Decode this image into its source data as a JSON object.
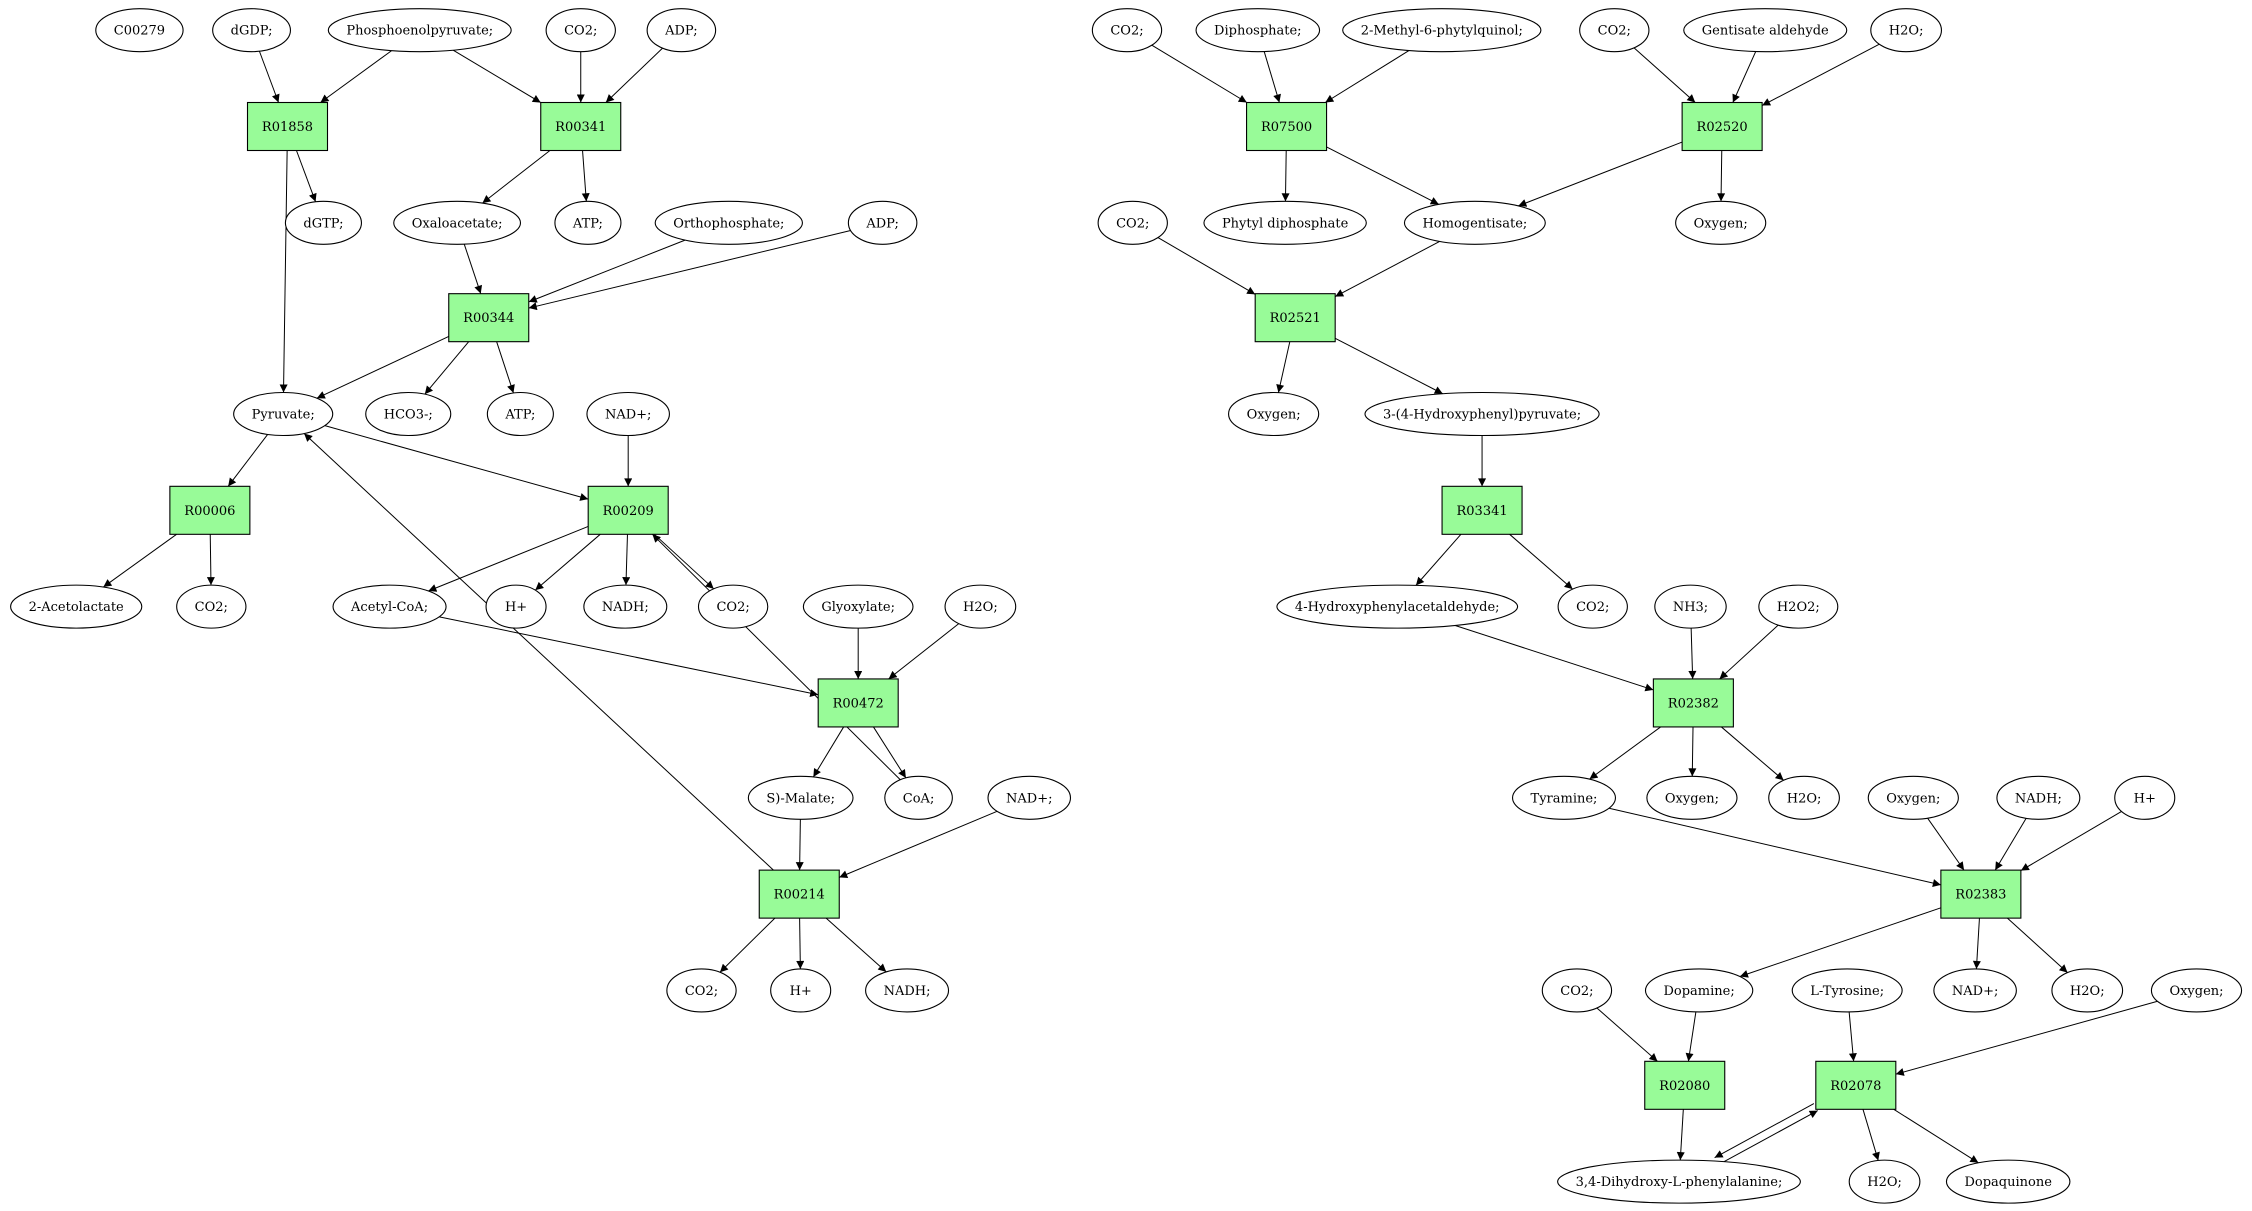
{
  "colors": {
    "reaction_fill": "#98fb98",
    "compound_fill": "#ffffff",
    "highlight_green": "#00ee00",
    "highlight_yellow": "#ffff00",
    "stroke": "#000000"
  },
  "nodes": [
    {
      "id": "c00279",
      "label": "C00279",
      "kind": "compound",
      "fill": "#00ee00"
    },
    {
      "id": "dgdp",
      "label": "dGDP;",
      "kind": "compound"
    },
    {
      "id": "pep",
      "label": "Phosphoenolpyruvate;",
      "kind": "compound",
      "fill": "#00ee00"
    },
    {
      "id": "co2_a",
      "label": "CO2;",
      "kind": "compound"
    },
    {
      "id": "adp_a",
      "label": "ADP;",
      "kind": "compound"
    },
    {
      "id": "r01858",
      "label": "R01858",
      "kind": "reaction"
    },
    {
      "id": "r00341",
      "label": "R00341",
      "kind": "reaction"
    },
    {
      "id": "dgtp",
      "label": "dGTP;",
      "kind": "compound"
    },
    {
      "id": "oaa",
      "label": "Oxaloacetate;",
      "kind": "compound"
    },
    {
      "id": "atp_a",
      "label": "ATP;",
      "kind": "compound"
    },
    {
      "id": "ortho",
      "label": "Orthophosphate;",
      "kind": "compound"
    },
    {
      "id": "adp_b",
      "label": "ADP;",
      "kind": "compound"
    },
    {
      "id": "r00344",
      "label": "R00344",
      "kind": "reaction"
    },
    {
      "id": "pyruvate",
      "label": "Pyruvate;",
      "kind": "compound"
    },
    {
      "id": "hco3",
      "label": "HCO3-;",
      "kind": "compound"
    },
    {
      "id": "atp_b",
      "label": "ATP;",
      "kind": "compound"
    },
    {
      "id": "nadp_a",
      "label": "NAD+;",
      "kind": "compound"
    },
    {
      "id": "r00006",
      "label": "R00006",
      "kind": "reaction"
    },
    {
      "id": "r00209",
      "label": "R00209",
      "kind": "reaction"
    },
    {
      "id": "acetolactate",
      "label": "2-Acetolactate",
      "kind": "compound"
    },
    {
      "id": "co2_b",
      "label": "CO2;",
      "kind": "compound"
    },
    {
      "id": "acetylcoa",
      "label": "Acetyl-CoA;",
      "kind": "compound"
    },
    {
      "id": "hplus_a",
      "label": "H+",
      "kind": "compound"
    },
    {
      "id": "nadh_a",
      "label": "NADH;",
      "kind": "compound"
    },
    {
      "id": "co2_c",
      "label": "CO2;",
      "kind": "compound"
    },
    {
      "id": "glyoxylate",
      "label": "Glyoxylate;",
      "kind": "compound"
    },
    {
      "id": "h2o_a",
      "label": "H2O;",
      "kind": "compound"
    },
    {
      "id": "r00472",
      "label": "R00472",
      "kind": "reaction"
    },
    {
      "id": "smalate",
      "label": "S)-Malate;",
      "kind": "compound"
    },
    {
      "id": "coa",
      "label": "CoA;",
      "kind": "compound"
    },
    {
      "id": "nadp_b",
      "label": "NAD+;",
      "kind": "compound"
    },
    {
      "id": "r00214",
      "label": "R00214",
      "kind": "reaction"
    },
    {
      "id": "co2_d",
      "label": "CO2;",
      "kind": "compound"
    },
    {
      "id": "hplus_b",
      "label": "H+",
      "kind": "compound"
    },
    {
      "id": "nadh_b",
      "label": "NADH;",
      "kind": "compound"
    },
    {
      "id": "co2_e",
      "label": "CO2;",
      "kind": "compound"
    },
    {
      "id": "diphosphate",
      "label": "Diphosphate;",
      "kind": "compound"
    },
    {
      "id": "phytylquinol",
      "label": "2-Methyl-6-phytylquinol;",
      "kind": "compound"
    },
    {
      "id": "co2_f",
      "label": "CO2;",
      "kind": "compound"
    },
    {
      "id": "gentisate",
      "label": "Gentisate aldehyde",
      "kind": "compound"
    },
    {
      "id": "h2o_b",
      "label": "H2O;",
      "kind": "compound"
    },
    {
      "id": "r07500",
      "label": "R07500",
      "kind": "reaction"
    },
    {
      "id": "r02520",
      "label": "R02520",
      "kind": "reaction"
    },
    {
      "id": "co2_g",
      "label": "CO2;",
      "kind": "compound"
    },
    {
      "id": "phytyldp",
      "label": "Phytyl diphosphate",
      "kind": "compound"
    },
    {
      "id": "homogentisate",
      "label": "Homogentisate;",
      "kind": "compound"
    },
    {
      "id": "oxygen_a",
      "label": "Oxygen;",
      "kind": "compound"
    },
    {
      "id": "r02521",
      "label": "R02521",
      "kind": "reaction"
    },
    {
      "id": "oxygen_b",
      "label": "Oxygen;",
      "kind": "compound"
    },
    {
      "id": "hppyruvate",
      "label": "3-(4-Hydroxyphenyl)pyruvate;",
      "kind": "compound"
    },
    {
      "id": "r03341",
      "label": "R03341",
      "kind": "reaction"
    },
    {
      "id": "hpacetald",
      "label": "4-Hydroxyphenylacetaldehyde;",
      "kind": "compound"
    },
    {
      "id": "co2_h",
      "label": "CO2;",
      "kind": "compound"
    },
    {
      "id": "nh3",
      "label": "NH3;",
      "kind": "compound"
    },
    {
      "id": "h2o2",
      "label": "H2O2;",
      "kind": "compound"
    },
    {
      "id": "r02382",
      "label": "R02382",
      "kind": "reaction"
    },
    {
      "id": "tyramine",
      "label": "Tyramine;",
      "kind": "compound"
    },
    {
      "id": "oxygen_c",
      "label": "Oxygen;",
      "kind": "compound"
    },
    {
      "id": "h2o_c",
      "label": "H2O;",
      "kind": "compound"
    },
    {
      "id": "oxygen_d",
      "label": "Oxygen;",
      "kind": "compound"
    },
    {
      "id": "nadh_c",
      "label": "NADH;",
      "kind": "compound"
    },
    {
      "id": "hplus_c",
      "label": "H+",
      "kind": "compound"
    },
    {
      "id": "r02383",
      "label": "R02383",
      "kind": "reaction"
    },
    {
      "id": "co2_i",
      "label": "CO2;",
      "kind": "compound"
    },
    {
      "id": "dopamine",
      "label": "Dopamine;",
      "kind": "compound"
    },
    {
      "id": "tyrosine",
      "label": "L-Tyrosine;",
      "kind": "compound",
      "fill": "#ffff00"
    },
    {
      "id": "nadp_c",
      "label": "NAD+;",
      "kind": "compound"
    },
    {
      "id": "h2o_d",
      "label": "H2O;",
      "kind": "compound"
    },
    {
      "id": "oxygen_e",
      "label": "Oxygen;",
      "kind": "compound"
    },
    {
      "id": "r02080",
      "label": "R02080",
      "kind": "reaction"
    },
    {
      "id": "r02078",
      "label": "R02078",
      "kind": "reaction"
    },
    {
      "id": "dopa",
      "label": "3,4-Dihydroxy-L-phenylalanine;",
      "kind": "compound"
    },
    {
      "id": "h2o_e",
      "label": "H2O;",
      "kind": "compound"
    },
    {
      "id": "dopaquinone",
      "label": "Dopaquinone",
      "kind": "compound"
    }
  ],
  "edges": [
    [
      "dgdp",
      "r01858"
    ],
    [
      "pep",
      "r01858"
    ],
    [
      "pep",
      "r00341"
    ],
    [
      "co2_a",
      "r00341"
    ],
    [
      "adp_a",
      "r00341"
    ],
    [
      "r01858",
      "dgtp"
    ],
    [
      "r01858",
      "pyruvate"
    ],
    [
      "r00341",
      "oaa"
    ],
    [
      "r00341",
      "atp_a"
    ],
    [
      "oaa",
      "r00344"
    ],
    [
      "ortho",
      "r00344"
    ],
    [
      "adp_b",
      "r00344"
    ],
    [
      "r00344",
      "pyruvate"
    ],
    [
      "r00344",
      "hco3"
    ],
    [
      "r00344",
      "atp_b"
    ],
    [
      "pyruvate",
      "r00006"
    ],
    [
      "pyruvate",
      "r00209"
    ],
    [
      "nadp_a",
      "r00209"
    ],
    [
      "coa",
      "r00209"
    ],
    [
      "r00006",
      "acetolactate"
    ],
    [
      "r00006",
      "co2_b"
    ],
    [
      "r00209",
      "acetylcoa"
    ],
    [
      "r00209",
      "hplus_a"
    ],
    [
      "r00209",
      "nadh_a"
    ],
    [
      "r00209",
      "co2_c"
    ],
    [
      "acetylcoa",
      "r00472"
    ],
    [
      "glyoxylate",
      "r00472"
    ],
    [
      "h2o_a",
      "r00472"
    ],
    [
      "r00472",
      "smalate"
    ],
    [
      "r00472",
      "coa"
    ],
    [
      "smalate",
      "r00214"
    ],
    [
      "nadp_b",
      "r00214"
    ],
    [
      "r00214",
      "pyruvate"
    ],
    [
      "r00214",
      "co2_d"
    ],
    [
      "r00214",
      "hplus_b"
    ],
    [
      "r00214",
      "nadh_b"
    ],
    [
      "co2_e",
      "r07500"
    ],
    [
      "diphosphate",
      "r07500"
    ],
    [
      "phytylquinol",
      "r07500"
    ],
    [
      "co2_f",
      "r02520"
    ],
    [
      "gentisate",
      "r02520"
    ],
    [
      "h2o_b",
      "r02520"
    ],
    [
      "r07500",
      "phytyldp"
    ],
    [
      "r07500",
      "homogentisate"
    ],
    [
      "r02520",
      "homogentisate"
    ],
    [
      "r02520",
      "oxygen_a"
    ],
    [
      "co2_g",
      "r02521"
    ],
    [
      "homogentisate",
      "r02521"
    ],
    [
      "r02521",
      "oxygen_b"
    ],
    [
      "r02521",
      "hppyruvate"
    ],
    [
      "hppyruvate",
      "r03341"
    ],
    [
      "r03341",
      "hpacetald"
    ],
    [
      "r03341",
      "co2_h"
    ],
    [
      "hpacetald",
      "r02382"
    ],
    [
      "nh3",
      "r02382"
    ],
    [
      "h2o2",
      "r02382"
    ],
    [
      "r02382",
      "tyramine"
    ],
    [
      "r02382",
      "oxygen_c"
    ],
    [
      "r02382",
      "h2o_c"
    ],
    [
      "tyramine",
      "r02383"
    ],
    [
      "oxygen_d",
      "r02383"
    ],
    [
      "nadh_c",
      "r02383"
    ],
    [
      "hplus_c",
      "r02383"
    ],
    [
      "r02383",
      "dopamine"
    ],
    [
      "r02383",
      "nadp_c"
    ],
    [
      "r02383",
      "h2o_d"
    ],
    [
      "co2_i",
      "r02080"
    ],
    [
      "dopamine",
      "r02080"
    ],
    [
      "r02080",
      "dopa"
    ],
    [
      "tyrosine",
      "r02078"
    ],
    [
      "oxygen_e",
      "r02078"
    ],
    [
      "r02078",
      "dopa"
    ],
    [
      "dopa",
      "r02078"
    ],
    [
      "r02078",
      "h2o_e"
    ],
    [
      "r02078",
      "dopaquinone"
    ]
  ]
}
